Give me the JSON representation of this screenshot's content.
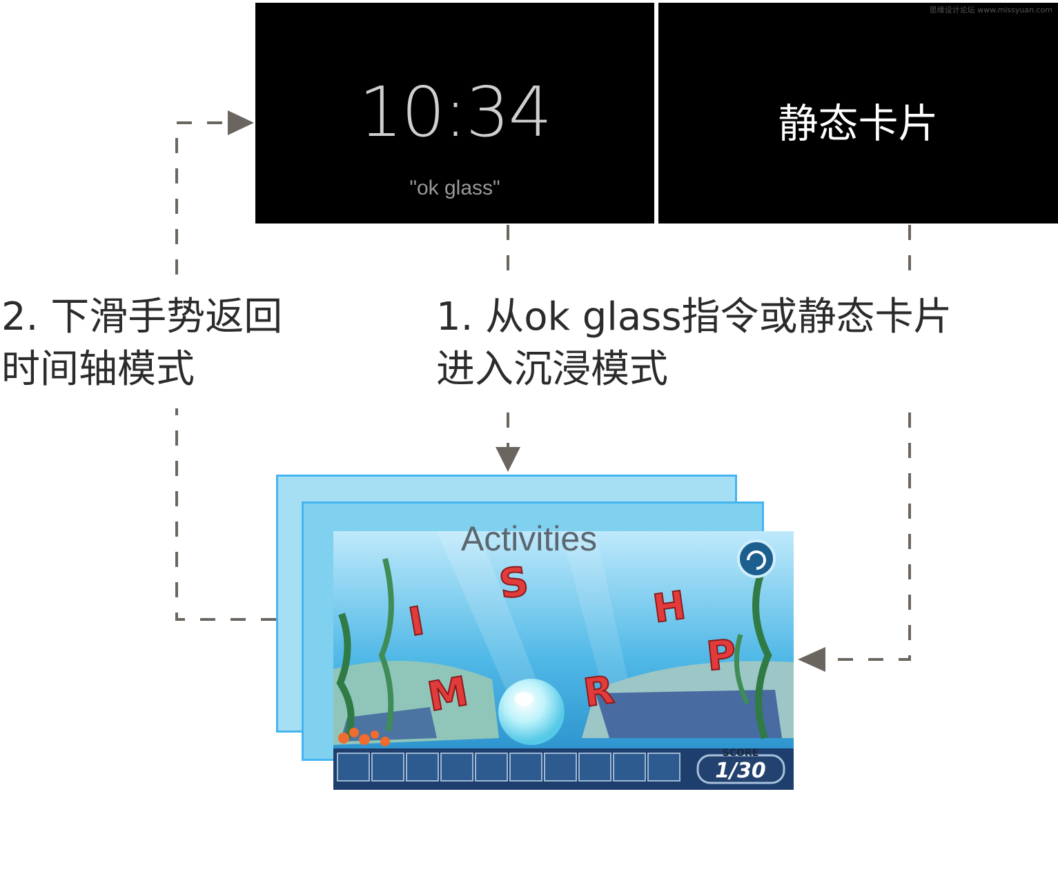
{
  "watermark": "思缘设计论坛 www.missyuan.com",
  "timeline_card": {
    "time": "10:34",
    "hint": "\"ok glass\""
  },
  "static_card": {
    "label": "静态卡片"
  },
  "captions": {
    "left": "2. 下滑手势返回\n时间轴模式",
    "right": "1. 从ok glass指令或静态卡片\n进入沉浸模式"
  },
  "immersion": {
    "title": "Activities",
    "letters": [
      "S",
      "I",
      "H",
      "P",
      "M",
      "R"
    ],
    "score_label": "SCORE",
    "score_value": "1/30"
  }
}
